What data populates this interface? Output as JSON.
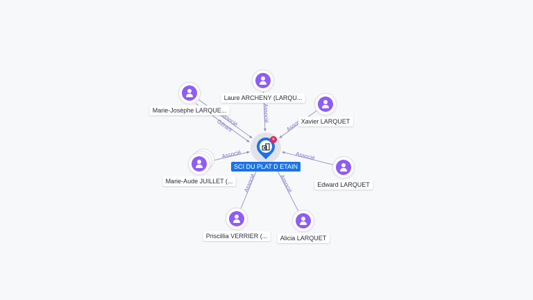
{
  "graph": {
    "center": {
      "label": "SCI DU PLAT D ETAIN",
      "icon": "building-icon",
      "close_icon": "close-icon"
    },
    "nodes": [
      {
        "id": "laure",
        "label": "Laure ARCHENY (LARQU...",
        "icon": "person-icon"
      },
      {
        "id": "mariejo",
        "label": "Marie-Josèphe LARQUE...",
        "icon": "person-icon"
      },
      {
        "id": "xavier",
        "label": "Xavier LARQUET",
        "icon": "person-icon"
      },
      {
        "id": "marieaude",
        "label": "Marie-Aude JUILLET (...",
        "icon": "person-icon",
        "stacked": true
      },
      {
        "id": "edward",
        "label": "Edward LARQUET",
        "icon": "person-icon"
      },
      {
        "id": "priscillia",
        "label": "Priscillia VERRIER (...",
        "icon": "person-icon"
      },
      {
        "id": "alicia",
        "label": "Alicia LARQUET",
        "icon": "person-icon"
      }
    ],
    "edges": [
      {
        "from": "laure",
        "label": "Associé"
      },
      {
        "from": "mariejo",
        "label": "Associé"
      },
      {
        "from": "mariejo",
        "label": "Gérant"
      },
      {
        "from": "xavier",
        "label": "Associé"
      },
      {
        "from": "marieaude",
        "label": "Associé"
      },
      {
        "from": "edward",
        "label": "Associé"
      },
      {
        "from": "priscillia",
        "label": "Associé"
      },
      {
        "from": "alicia",
        "label": "Associé"
      }
    ]
  },
  "colors": {
    "accent": "#1a73e8",
    "avatar": "#8e5cf6",
    "edge": "#9a9cc2",
    "edge_label": "#7a6fd0",
    "close_badge": "#e0245e"
  }
}
